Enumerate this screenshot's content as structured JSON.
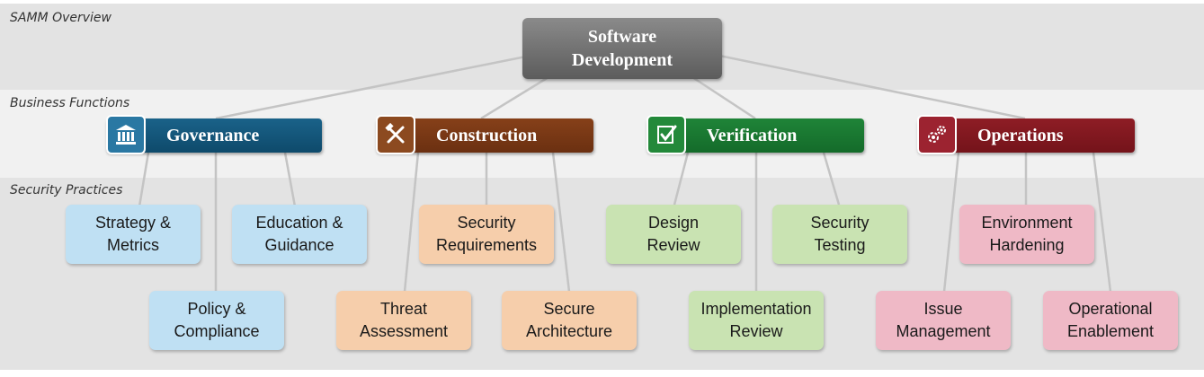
{
  "bands": {
    "top_label": "SAMM Overview",
    "mid_label": "Business Functions",
    "bottom_label": "Security Practices"
  },
  "root": {
    "line1": "Software",
    "line2": "Development"
  },
  "functions": {
    "governance": {
      "label": "Governance",
      "color": "#0e4a6b",
      "icon": "bank-icon"
    },
    "construction": {
      "label": "Construction",
      "color": "#6b3011",
      "icon": "tools-icon"
    },
    "verification": {
      "label": "Verification",
      "color": "#146b2a",
      "icon": "checklist-icon"
    },
    "operations": {
      "label": "Operations",
      "color": "#74131a",
      "icon": "gears-icon"
    }
  },
  "practices": {
    "strategy_metrics": "Strategy &\nMetrics",
    "policy_compliance": "Policy &\nCompliance",
    "education_guidance": "Education &\nGuidance",
    "threat_assessment": "Threat\nAssessment",
    "security_requirements": "Security\nRequirements",
    "secure_architecture": "Secure\nArchitecture",
    "design_review": "Design\nReview",
    "implementation_review": "Implementation\nReview",
    "security_testing": "Security\nTesting",
    "issue_management": "Issue\nManagement",
    "environment_hardening": "Environment\nHardening",
    "operational_enablement": "Operational\nEnablement"
  }
}
